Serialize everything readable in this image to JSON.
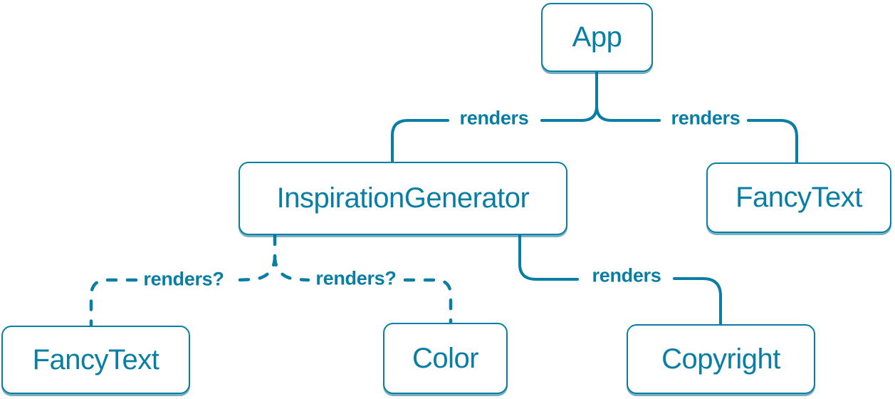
{
  "diagram_type": "component-render-tree",
  "colors": {
    "accent": "#087ea4",
    "box_fill": "#ffffff",
    "background": "#ffffff"
  },
  "nodes": [
    {
      "id": "app",
      "label": "App"
    },
    {
      "id": "inspiration-generator",
      "label": "InspirationGenerator"
    },
    {
      "id": "fancy-text-top",
      "label": "FancyText"
    },
    {
      "id": "fancy-text-bottom",
      "label": "FancyText"
    },
    {
      "id": "color",
      "label": "Color"
    },
    {
      "id": "copyright",
      "label": "Copyright"
    }
  ],
  "edges": [
    {
      "from": "App",
      "to": "InspirationGenerator",
      "label": "renders",
      "style": "solid"
    },
    {
      "from": "App",
      "to": "FancyText",
      "label": "renders",
      "style": "solid"
    },
    {
      "from": "InspirationGenerator",
      "to": "FancyText",
      "label": "renders?",
      "style": "dashed"
    },
    {
      "from": "InspirationGenerator",
      "to": "Color",
      "label": "renders?",
      "style": "dashed"
    },
    {
      "from": "InspirationGenerator",
      "to": "Copyright",
      "label": "renders",
      "style": "solid"
    }
  ]
}
